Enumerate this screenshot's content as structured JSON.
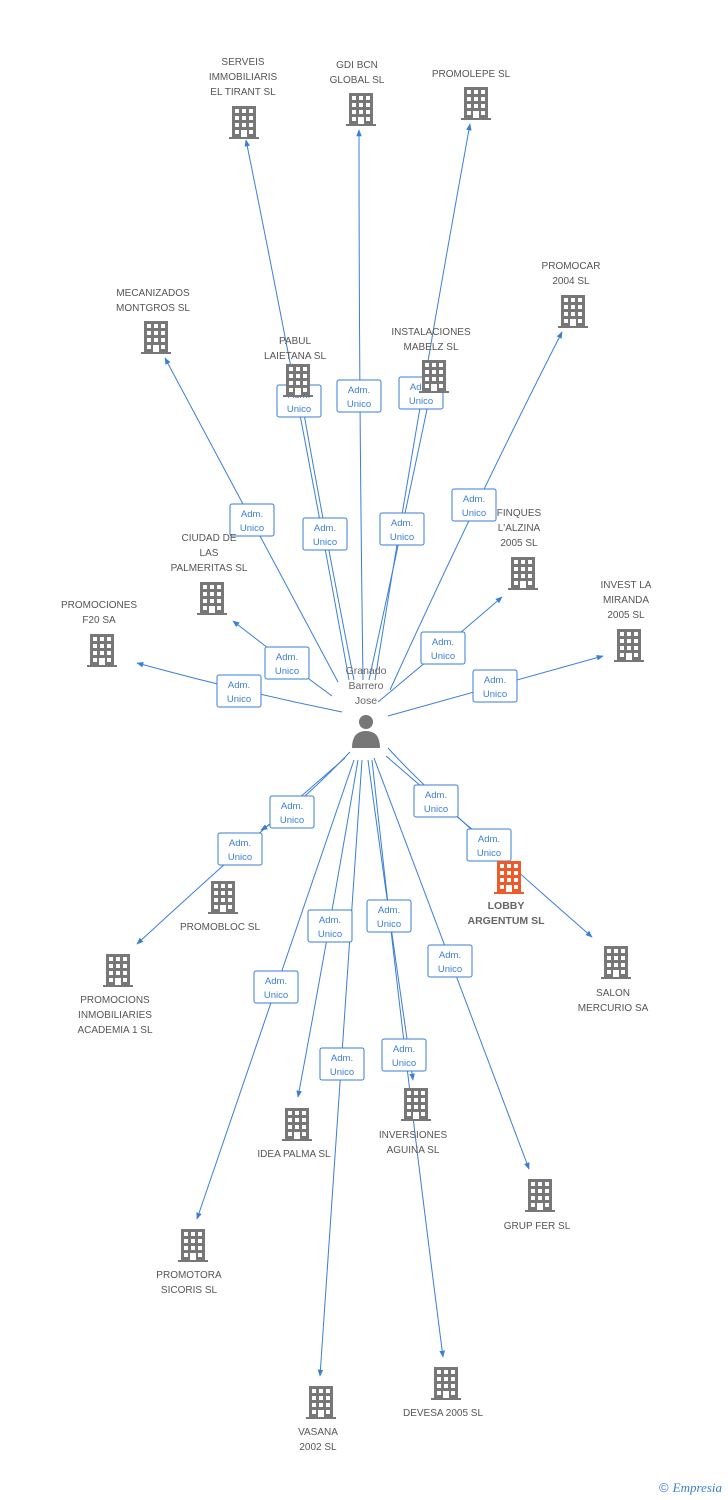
{
  "diagram": {
    "center": {
      "label": [
        "Granado",
        "Barrero",
        "Jose"
      ],
      "icon": "person-icon"
    },
    "edge_label": [
      "Adm.",
      "Unico"
    ],
    "companies": [
      {
        "id": "serveis",
        "label": [
          "SERVEIS",
          "IMMOBILIARIS",
          "EL TIRANT SL"
        ],
        "icon": "building-icon"
      },
      {
        "id": "gdi",
        "label": [
          "GDI BCN",
          "GLOBAL SL"
        ],
        "icon": "building-icon"
      },
      {
        "id": "promolepe",
        "label": [
          "PROMOLEPE SL"
        ],
        "icon": "building-icon"
      },
      {
        "id": "promocar",
        "label": [
          "PROMOCAR",
          "2004 SL"
        ],
        "icon": "building-icon"
      },
      {
        "id": "mecanizados",
        "label": [
          "MECANIZADOS",
          "MONTGROS SL"
        ],
        "icon": "building-icon"
      },
      {
        "id": "pabul",
        "label": [
          "PABUL",
          "LAIETANA SL"
        ],
        "icon": "building-icon"
      },
      {
        "id": "instalaciones",
        "label": [
          "INSTALACIONES",
          "MABELZ SL"
        ],
        "icon": "building-icon"
      },
      {
        "id": "finques",
        "label": [
          "FINQUES",
          "L'ALZINA",
          "2005 SL"
        ],
        "icon": "building-icon"
      },
      {
        "id": "invest",
        "label": [
          "INVEST LA",
          "MIRANDA",
          "2005 SL"
        ],
        "icon": "building-icon"
      },
      {
        "id": "ciudad",
        "label": [
          "CIUDAD DE",
          "LAS",
          "PALMERITAS SL"
        ],
        "icon": "building-icon"
      },
      {
        "id": "promf20",
        "label": [
          "PROMOCIONES",
          "F20 SA"
        ],
        "icon": "building-icon"
      },
      {
        "id": "promobloc",
        "label": [
          "PROMOBLOC SL"
        ],
        "icon": "building-icon"
      },
      {
        "id": "academia",
        "label": [
          "PROMOCIONS",
          "INMOBILIARIES",
          "ACADEMIA 1 SL"
        ],
        "icon": "building-icon"
      },
      {
        "id": "lobby",
        "label": [
          "LOBBY",
          "ARGENTUM SL"
        ],
        "icon": "building-icon",
        "highlight": true
      },
      {
        "id": "salon",
        "label": [
          "SALON",
          "MERCURIO SA"
        ],
        "icon": "building-icon"
      },
      {
        "id": "ideapalma",
        "label": [
          "IDEA PALMA SL"
        ],
        "icon": "building-icon"
      },
      {
        "id": "aguina",
        "label": [
          "INVERSIONES",
          "AGUINA SL"
        ],
        "icon": "building-icon"
      },
      {
        "id": "grupfer",
        "label": [
          "GRUP FER SL"
        ],
        "icon": "building-icon"
      },
      {
        "id": "sicoris",
        "label": [
          "PROMOTORA",
          "SICORIS SL"
        ],
        "icon": "building-icon"
      },
      {
        "id": "vasana",
        "label": [
          "VASANA",
          "2002 SL"
        ],
        "icon": "building-icon"
      },
      {
        "id": "devesa",
        "label": [
          "DEVESA 2005 SL"
        ],
        "icon": "building-icon"
      }
    ],
    "colors": {
      "edge": "#3a7fd5",
      "building": "#777777",
      "highlight": "#f05a28"
    }
  },
  "footer": {
    "copyright": "©",
    "brand": "Empresia",
    "icon": "copyright-icon"
  }
}
